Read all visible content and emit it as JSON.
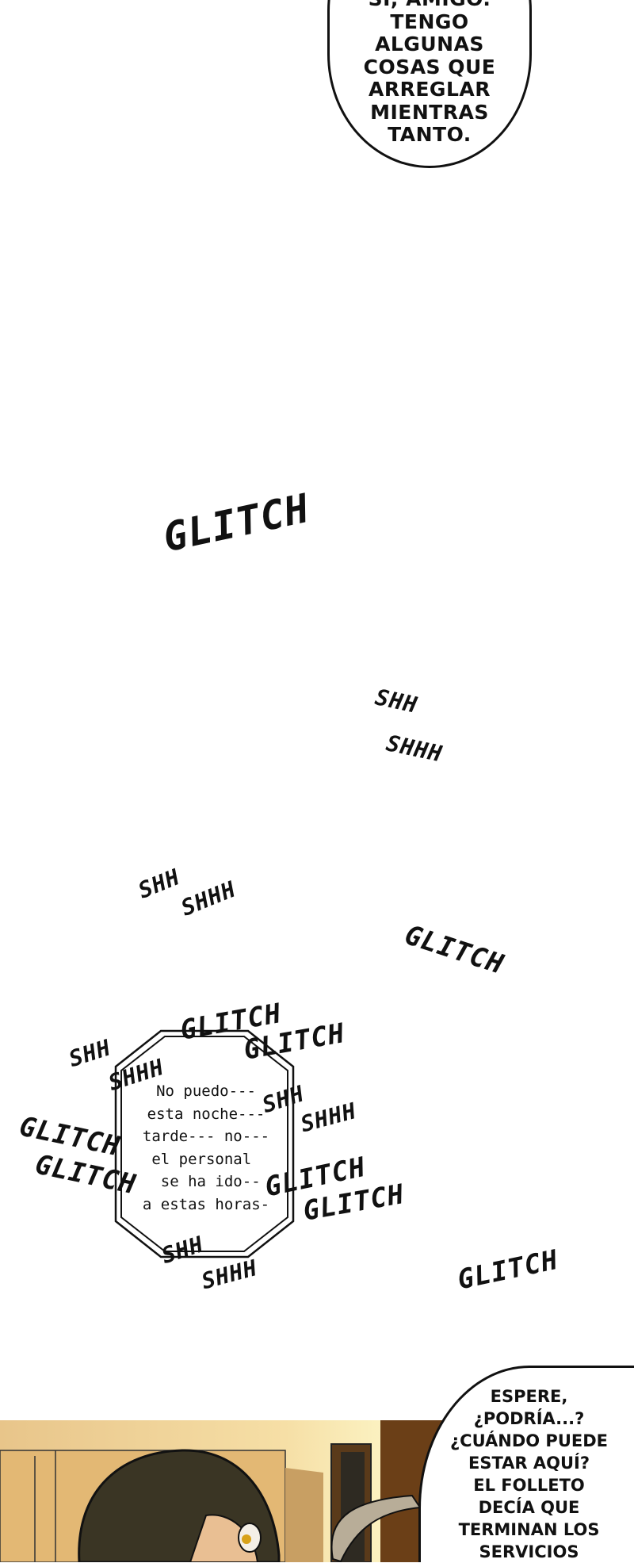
{
  "bubble_top": {
    "lines": [
      "SÍ, AMIGO.",
      "TENGO",
      "ALGUNAS",
      "COSAS QUE",
      "ARREGLAR",
      "MIENTRAS",
      "TANTO."
    ]
  },
  "sfx": {
    "glitch": "GLITCH",
    "shh": "SHH",
    "shhh": "SHHH"
  },
  "glitch_box": {
    "lines": [
      "No puedo---",
      "esta noche---",
      "tarde--- no---",
      "el personal ",
      " se ha ido--",
      "a estas horas-"
    ]
  },
  "bubble_bottom": {
    "lines": [
      "ESPERE,",
      "¿PODRÍA...?",
      "¿CUÁNDO PUEDE",
      "ESTAR AQUÍ?",
      "EL FOLLETO",
      "DECÍA QUE",
      "TERMINAN LOS",
      "SERVICIOS"
    ]
  },
  "colors": {
    "ink": "#111111",
    "wall": "#f6dfa6",
    "door": "#6b3f17",
    "hair": "#3a3524",
    "skin": "#e9bf93"
  }
}
